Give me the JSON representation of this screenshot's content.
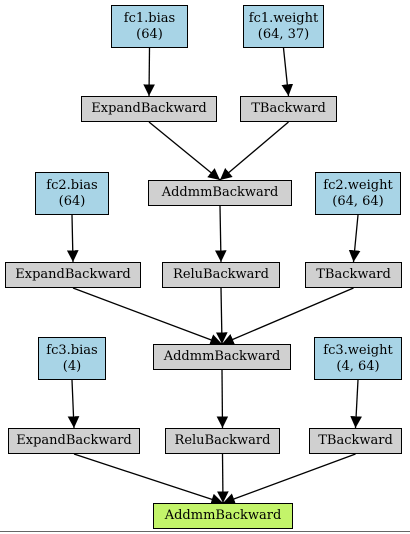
{
  "colors": {
    "param": "#a8d4e6",
    "op": "#d0d0d0",
    "output": "#c3f46a",
    "edge": "#000000"
  },
  "nodes": [
    {
      "id": "fc1_bias",
      "kind": "param",
      "lines": [
        "fc1.bias",
        "(64)"
      ]
    },
    {
      "id": "fc1_weight",
      "kind": "param",
      "lines": [
        "fc1.weight",
        "(64, 37)"
      ]
    },
    {
      "id": "expand1",
      "kind": "op",
      "lines": [
        "ExpandBackward"
      ]
    },
    {
      "id": "t1",
      "kind": "op",
      "lines": [
        "TBackward"
      ]
    },
    {
      "id": "fc2_bias",
      "kind": "param",
      "lines": [
        "fc2.bias",
        "(64)"
      ]
    },
    {
      "id": "addmm1",
      "kind": "op",
      "lines": [
        "AddmmBackward"
      ]
    },
    {
      "id": "fc2_weight",
      "kind": "param",
      "lines": [
        "fc2.weight",
        "(64, 64)"
      ]
    },
    {
      "id": "expand2",
      "kind": "op",
      "lines": [
        "ExpandBackward"
      ]
    },
    {
      "id": "relu1",
      "kind": "op",
      "lines": [
        "ReluBackward"
      ]
    },
    {
      "id": "t2",
      "kind": "op",
      "lines": [
        "TBackward"
      ]
    },
    {
      "id": "fc3_bias",
      "kind": "param",
      "lines": [
        "fc3.bias",
        "(4)"
      ]
    },
    {
      "id": "addmm2",
      "kind": "op",
      "lines": [
        "AddmmBackward"
      ]
    },
    {
      "id": "fc3_weight",
      "kind": "param",
      "lines": [
        "fc3.weight",
        "(4, 64)"
      ]
    },
    {
      "id": "expand3",
      "kind": "op",
      "lines": [
        "ExpandBackward"
      ]
    },
    {
      "id": "relu2",
      "kind": "op",
      "lines": [
        "ReluBackward"
      ]
    },
    {
      "id": "t3",
      "kind": "op",
      "lines": [
        "TBackward"
      ]
    },
    {
      "id": "addmm3",
      "kind": "output",
      "lines": [
        "AddmmBackward"
      ]
    }
  ],
  "edges": [
    [
      "fc1_bias",
      "expand1"
    ],
    [
      "fc1_weight",
      "t1"
    ],
    [
      "expand1",
      "addmm1"
    ],
    [
      "t1",
      "addmm1"
    ],
    [
      "fc2_bias",
      "expand2"
    ],
    [
      "addmm1",
      "relu1"
    ],
    [
      "fc2_weight",
      "t2"
    ],
    [
      "expand2",
      "addmm2"
    ],
    [
      "relu1",
      "addmm2"
    ],
    [
      "t2",
      "addmm2"
    ],
    [
      "fc3_bias",
      "expand3"
    ],
    [
      "addmm2",
      "relu2"
    ],
    [
      "fc3_weight",
      "t3"
    ],
    [
      "expand3",
      "addmm3"
    ],
    [
      "relu2",
      "addmm3"
    ],
    [
      "t3",
      "addmm3"
    ]
  ]
}
